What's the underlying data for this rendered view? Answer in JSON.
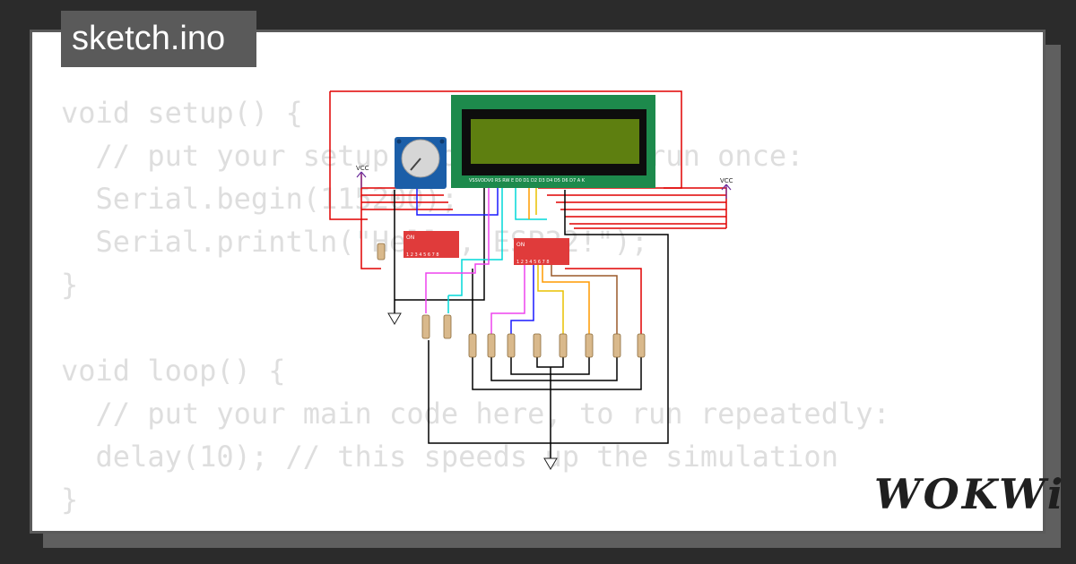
{
  "title": "sketch.ino",
  "code_lines": [
    "void setup() {",
    "  // put your setup code here, to run once:",
    "  Serial.begin(115200);",
    "  Serial.println(\"Hello, ESP32!\");",
    "}",
    "",
    "void loop() {",
    "  // put your main code here, to run repeatedly:",
    "  delay(10); // this speeds up the simulation",
    "}"
  ],
  "logo": "WOKWi",
  "diagram": {
    "vcc_left": "VCC",
    "vcc_right": "VCC",
    "dip_left_label": "ON",
    "dip_left_numbers": "1 2 3 4 5 6 7 8",
    "dip_right_label": "ON",
    "dip_right_numbers": "1 2 3 4 5 6 7 8",
    "lcd_pins": "VSSVDDV0 RS RW E  D0 D1 D2 D3 D4 D5 D6 D7 A  K"
  },
  "colors": {
    "background": "#2b2b2b",
    "card": "#ffffff",
    "frame": "#5a5a5a",
    "code_text": "#dedede",
    "lcd_board": "#1d8a4c",
    "lcd_screen": "#5e7f10",
    "pot_board": "#1b5ea8",
    "dip_switch": "#e03b3b",
    "wire_red": "#e00000",
    "wire_black": "#000000",
    "wire_blue": "#1a1aff",
    "wire_orange": "#ff9a00",
    "wire_yellow": "#e8c000",
    "wire_pink": "#ee44ee",
    "wire_cyan": "#00d8d8",
    "wire_brown": "#9a5a2a"
  }
}
